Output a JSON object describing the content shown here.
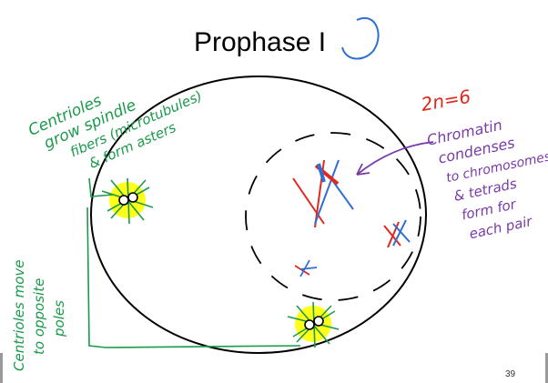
{
  "title": "Prophase I",
  "chromosome_number": "2n=6",
  "annotations": {
    "centrioles_spindle": [
      "Centrioles",
      "grow spindle",
      "fibers (microtubules)",
      "& form asters"
    ],
    "chromatin": [
      "Chromatin",
      "condenses",
      "to chromosomes",
      "& tetrads",
      "form for",
      "each pair"
    ],
    "centrioles_move": [
      "Centrioles move",
      "to opposite",
      "poles"
    ]
  },
  "page_number": "39",
  "colors": {
    "ink": "#000000",
    "green": "#1a9a4a",
    "purple": "#7a3aa8",
    "red": "#e0281e",
    "blue": "#2f6fd0",
    "highlight": "#ffff00"
  }
}
